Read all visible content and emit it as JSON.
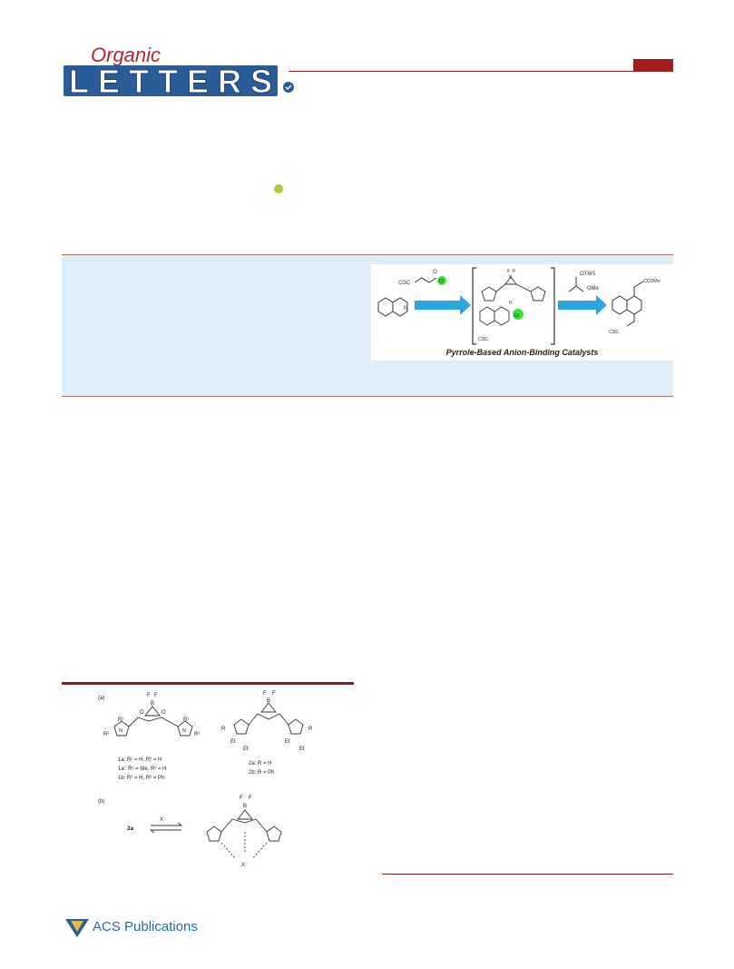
{
  "header": {
    "journal_script": "Organic",
    "journal_word": "LETTERS"
  },
  "toc": {
    "caption": "Pyrrole-Based Anion-Binding Catalysts",
    "reagents": {
      "cl3c": "Cl3C",
      "cl": "Cl",
      "otms": "OTMS",
      "ome": "OMe",
      "co2me": "CO2Me",
      "b": "B",
      "f": "F",
      "n": "N",
      "h": "H",
      "o": "O"
    }
  },
  "figure": {
    "panel_a_label": "(a)",
    "panel_b_label": "(b)",
    "compounds_1": [
      "1a: R¹ = H, R² = H",
      "1a': R¹ = Me, R² = H",
      "1b: R¹ = H, R² = Ph"
    ],
    "compounds_2": [
      "2a: R = H",
      "2b: R = Ph"
    ],
    "eq_start": "2a",
    "eq_anion": "X⁻",
    "atom_labels": {
      "f": "F",
      "b": "B",
      "o": "O",
      "n": "N",
      "h": "H",
      "r1": "R¹",
      "r2": "R²",
      "r": "R",
      "et": "Et",
      "x": "X⁻"
    }
  },
  "footer": {
    "publisher": "ACS Publications"
  },
  "colors": {
    "accent_red": "#a31c1c",
    "abstract_bg": "#ddeef8",
    "logo_blue": "#2a5c9a",
    "arrow_blue": "#2aa6e0",
    "chloride_green": "#3ce03c",
    "acs_blue": "#1b6fa8"
  }
}
